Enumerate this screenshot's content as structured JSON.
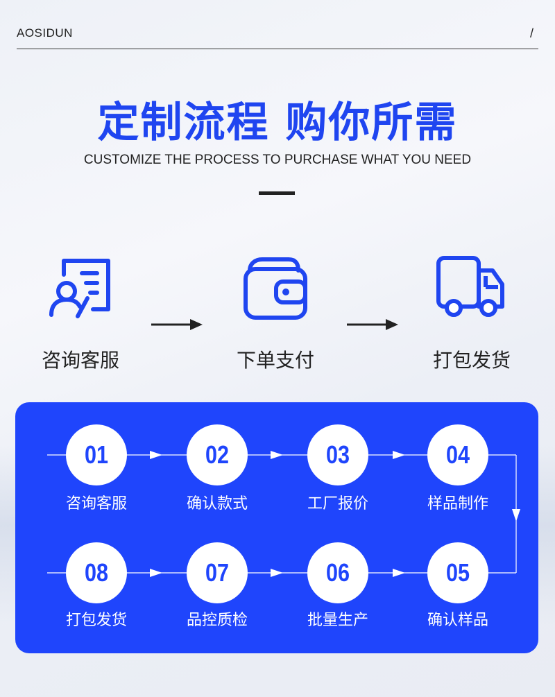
{
  "header": {
    "brand": "AOSIDUN",
    "slash": "/"
  },
  "title": "定制流程 购你所需",
  "subtitle": "CUSTOMIZE THE PROCESS TO PURCHASE WHAT YOU NEED",
  "steps": [
    {
      "icon": "consult-document-icon",
      "label": "咨询客服"
    },
    {
      "icon": "wallet-icon",
      "label": "下单支付"
    },
    {
      "icon": "delivery-truck-icon",
      "label": "打包发货"
    }
  ],
  "process": {
    "row1": [
      {
        "num": "01",
        "label": "咨询客服"
      },
      {
        "num": "02",
        "label": "确认款式"
      },
      {
        "num": "03",
        "label": "工厂报价"
      },
      {
        "num": "04",
        "label": "样品制作"
      }
    ],
    "row2": [
      {
        "num": "08",
        "label": "打包发货"
      },
      {
        "num": "07",
        "label": "品控质检"
      },
      {
        "num": "06",
        "label": "批量生产"
      },
      {
        "num": "05",
        "label": "确认样品"
      }
    ]
  },
  "colors": {
    "accent": "#1f45fc",
    "title": "#1f45f0",
    "text": "#222222"
  }
}
